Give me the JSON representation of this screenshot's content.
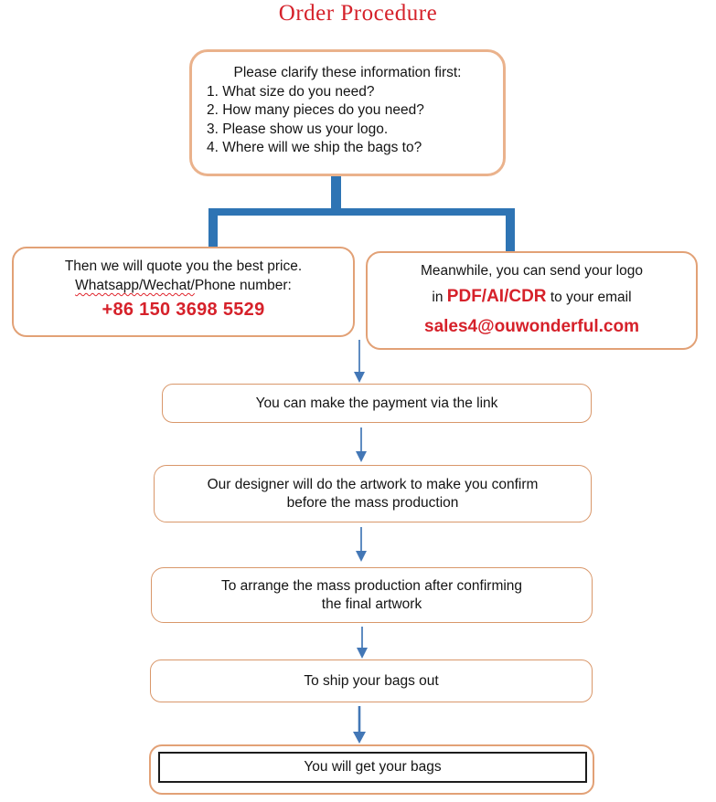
{
  "title": "Order Procedure",
  "top_box": {
    "heading": "Please clarify these information first:",
    "items": [
      "1. What size do you need?",
      "2. How many pieces do you need?",
      "3. Please show us your logo.",
      "4. Where will we ship the bags to?"
    ]
  },
  "left_box": {
    "line1": "Then we will quote you the best price.",
    "contact_wavy": "Whatsapp/Wechat/",
    "contact_rest": "Phone number:",
    "phone": "+86 150 3698 5529"
  },
  "right_box": {
    "line1": "Meanwhile, you can send your logo",
    "line2_prefix": "in ",
    "line2_formats": "PDF/AI/CDR",
    "line2_suffix": " to your email",
    "email": "sales4@ouwonderful.com"
  },
  "steps": [
    {
      "lines": [
        "You can make the payment via the link"
      ]
    },
    {
      "lines": [
        "Our designer will do the artwork to make you confirm",
        "before the mass production"
      ]
    },
    {
      "lines": [
        "To arrange the mass production after confirming",
        "the final artwork"
      ]
    },
    {
      "lines": [
        "To ship your bags out"
      ]
    },
    {
      "lines": [
        "You will get your bags"
      ]
    }
  ],
  "colors": {
    "title_red": "#d5212a",
    "highlight_red": "#d6212a",
    "connector_blue": "#2e74b4",
    "arrow_blue": "#4377b6",
    "box_border_orange": "#e2a176",
    "top_box_border": "#eab28c",
    "step_border": "#d9976a",
    "final_inner_border": "#1c1c1c"
  }
}
